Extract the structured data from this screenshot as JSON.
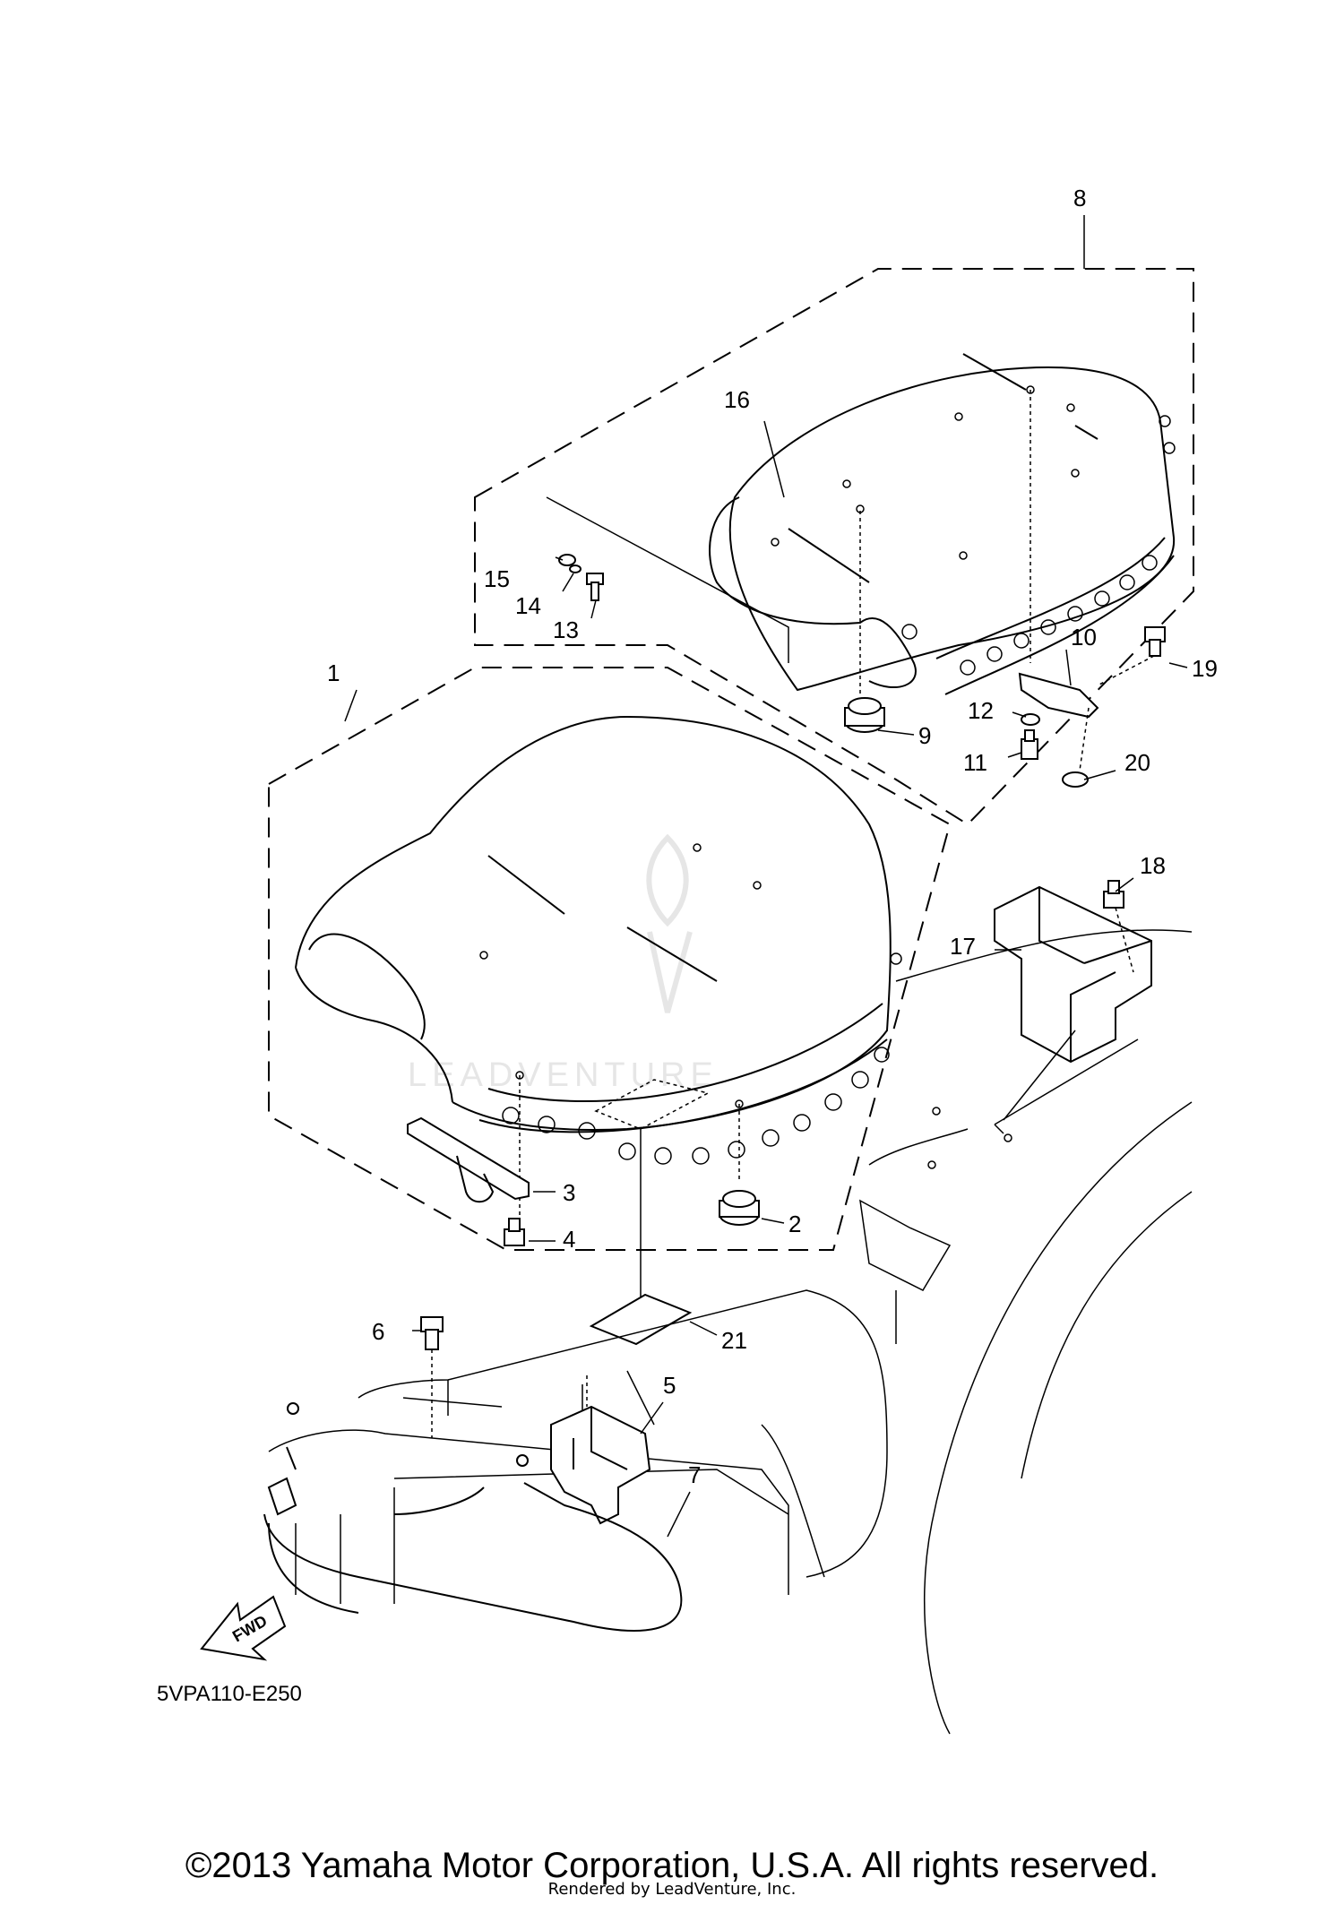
{
  "diagram": {
    "callouts": [
      {
        "id": "1",
        "label": "1"
      },
      {
        "id": "2",
        "label": "2"
      },
      {
        "id": "3",
        "label": "3"
      },
      {
        "id": "4",
        "label": "4"
      },
      {
        "id": "5",
        "label": "5"
      },
      {
        "id": "6",
        "label": "6"
      },
      {
        "id": "7",
        "label": "7"
      },
      {
        "id": "8",
        "label": "8"
      },
      {
        "id": "9",
        "label": "9"
      },
      {
        "id": "10",
        "label": "10"
      },
      {
        "id": "11",
        "label": "11"
      },
      {
        "id": "12",
        "label": "12"
      },
      {
        "id": "13",
        "label": "13"
      },
      {
        "id": "14",
        "label": "14"
      },
      {
        "id": "15",
        "label": "15"
      },
      {
        "id": "16",
        "label": "16"
      },
      {
        "id": "17",
        "label": "17"
      },
      {
        "id": "18",
        "label": "18"
      },
      {
        "id": "19",
        "label": "19"
      },
      {
        "id": "20",
        "label": "20"
      },
      {
        "id": "21",
        "label": "21"
      }
    ],
    "forward_arrow_label": "FWD",
    "diagram_code": "5VPA110-E250",
    "watermark_text": "LEADVENTURE"
  },
  "footer": {
    "copyright": "©2013 Yamaha Motor Corporation, U.S.A. All rights reserved.",
    "rendered_by": "Rendered by LeadVenture, Inc."
  },
  "colors": {
    "ink": "#000000",
    "background": "#ffffff",
    "watermark": "#e6e6e6"
  }
}
